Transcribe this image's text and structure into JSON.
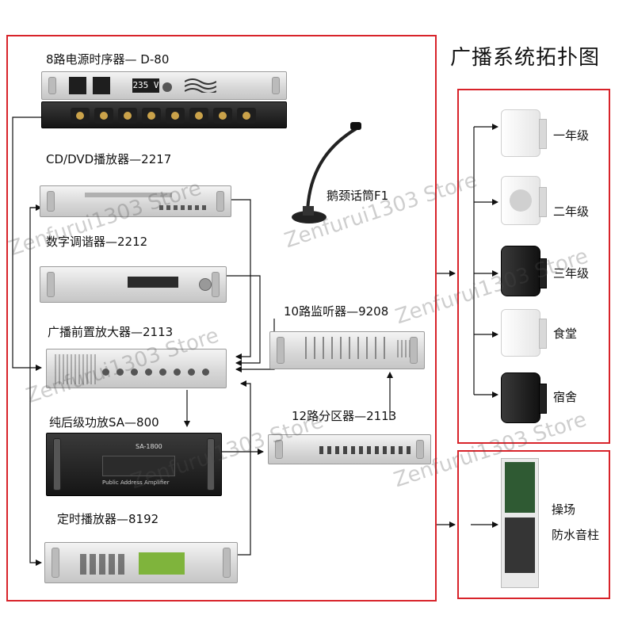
{
  "title": "广播系统拓扑图",
  "devices": {
    "sequencer": "8路电源时序器— D-80",
    "cd_player": "CD/DVD播放器—2217",
    "tuner": "数字调谐器—2212",
    "preamp": "广播前置放大器—2113",
    "power_amp": "纯后级功放SA—800",
    "timer_player": "定时播放器—8192",
    "microphone": "鹅颈话筒F1",
    "monitor": "10路监听器—9208",
    "zone_divider": "12路分区器—2113"
  },
  "device_display": {
    "sequencer_voltage": "235 V",
    "power_amp_model": "SA-1800",
    "power_amp_brand": "Public Address Amplifier"
  },
  "zones": [
    {
      "label": "一年级",
      "speaker": "white"
    },
    {
      "label": "二年级",
      "speaker": "white"
    },
    {
      "label": "三年级",
      "speaker": "black"
    },
    {
      "label": "食堂",
      "speaker": "white"
    },
    {
      "label": "宿舍",
      "speaker": "black"
    }
  ],
  "outdoor": {
    "line1": "操场",
    "line2": "防水音柱"
  },
  "watermark": "Zenfurui1303 Store",
  "colors": {
    "frame": "#d8232a",
    "wire": "#111111"
  }
}
